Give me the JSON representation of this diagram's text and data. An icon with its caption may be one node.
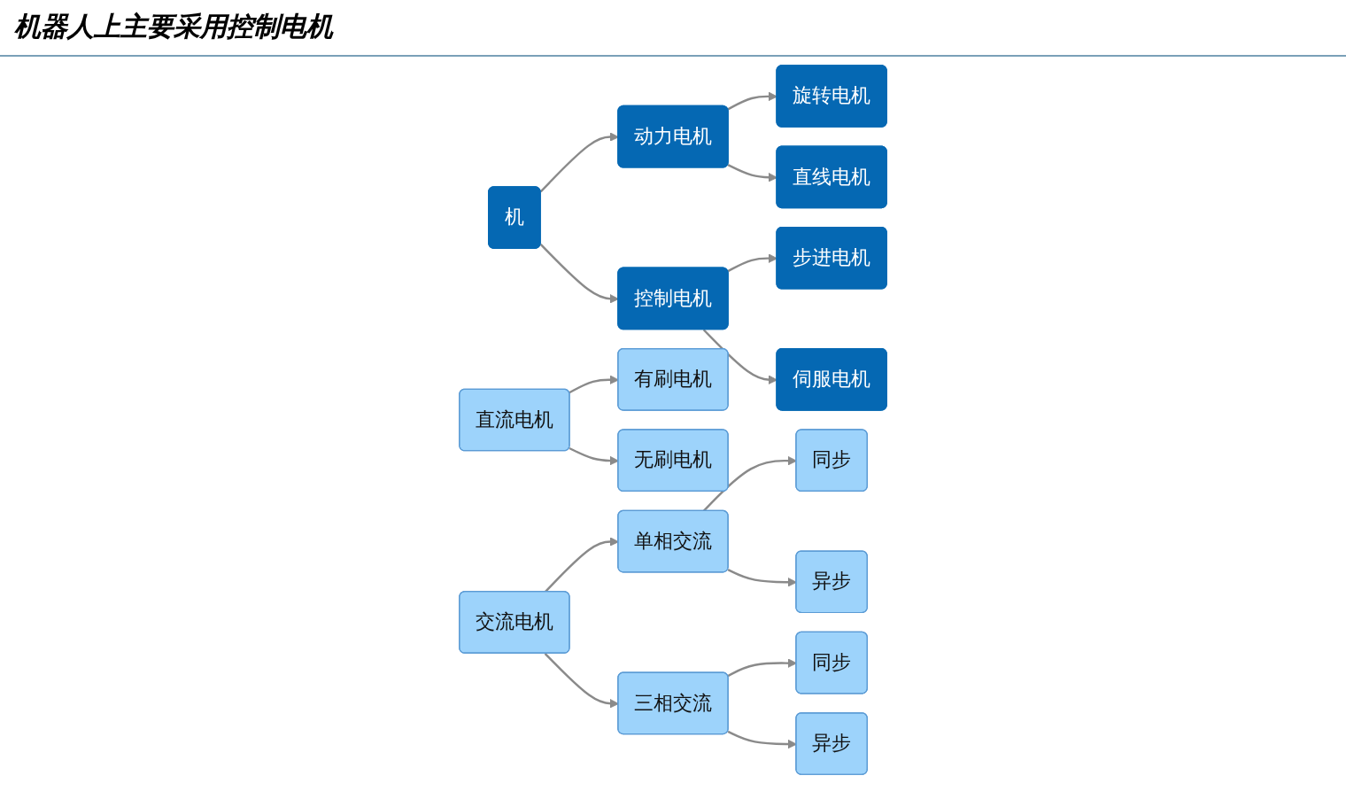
{
  "diagram": {
    "title": "机器人上主要采用控制电机",
    "nodes": [
      {
        "text": [
          "机"
        ]
      },
      {
        "text": [
          "动力电机"
        ]
      },
      {
        "text": [
          "控制电机"
        ]
      },
      {
        "text": [
          "旋转电机"
        ]
      },
      {
        "text": [
          "直线电机"
        ]
      },
      {
        "text": [
          "步进电机"
        ]
      },
      {
        "text": [
          "伺服电机"
        ]
      },
      {
        "text": [
          "直流电机"
        ]
      },
      {
        "text": [
          "交流电机"
        ]
      },
      {
        "text": [
          "有刷电机"
        ]
      },
      {
        "text": [
          "无刷电机"
        ]
      },
      {
        "text": [
          "单相交流"
        ]
      },
      {
        "text": [
          "三相交流"
        ]
      },
      {
        "text": [
          "同步"
        ]
      },
      {
        "text": [
          "异步"
        ]
      },
      {
        "text": [
          "同步"
        ]
      },
      {
        "text": [
          "异步"
        ]
      }
    ],
    "edges": [
      {
        "from": 0,
        "to": 1,
        "arrow": "to"
      },
      {
        "from": 0,
        "to": 2,
        "arrow": "to"
      },
      {
        "from": 1,
        "to": 3,
        "arrow": "to"
      },
      {
        "from": 1,
        "to": 4,
        "arrow": "to"
      },
      {
        "from": 2,
        "to": 5,
        "arrow": "to"
      },
      {
        "from": 2,
        "to": 6,
        "arrow": "to"
      },
      {
        "from": 7,
        "to": 9,
        "arrow": "to"
      },
      {
        "from": 7,
        "to": 10,
        "arrow": "to"
      },
      {
        "from": 8,
        "to": 11,
        "arrow": "to"
      },
      {
        "from": 8,
        "to": 12,
        "arrow": "to"
      },
      {
        "from": 11,
        "to": 13,
        "arrow": "to"
      },
      {
        "from": 11,
        "to": 14,
        "arrow": "to"
      },
      {
        "from": 12,
        "to": 15,
        "arrow": "to"
      },
      {
        "from": 12,
        "to": 16,
        "arrow": "to"
      }
    ]
  }
}
